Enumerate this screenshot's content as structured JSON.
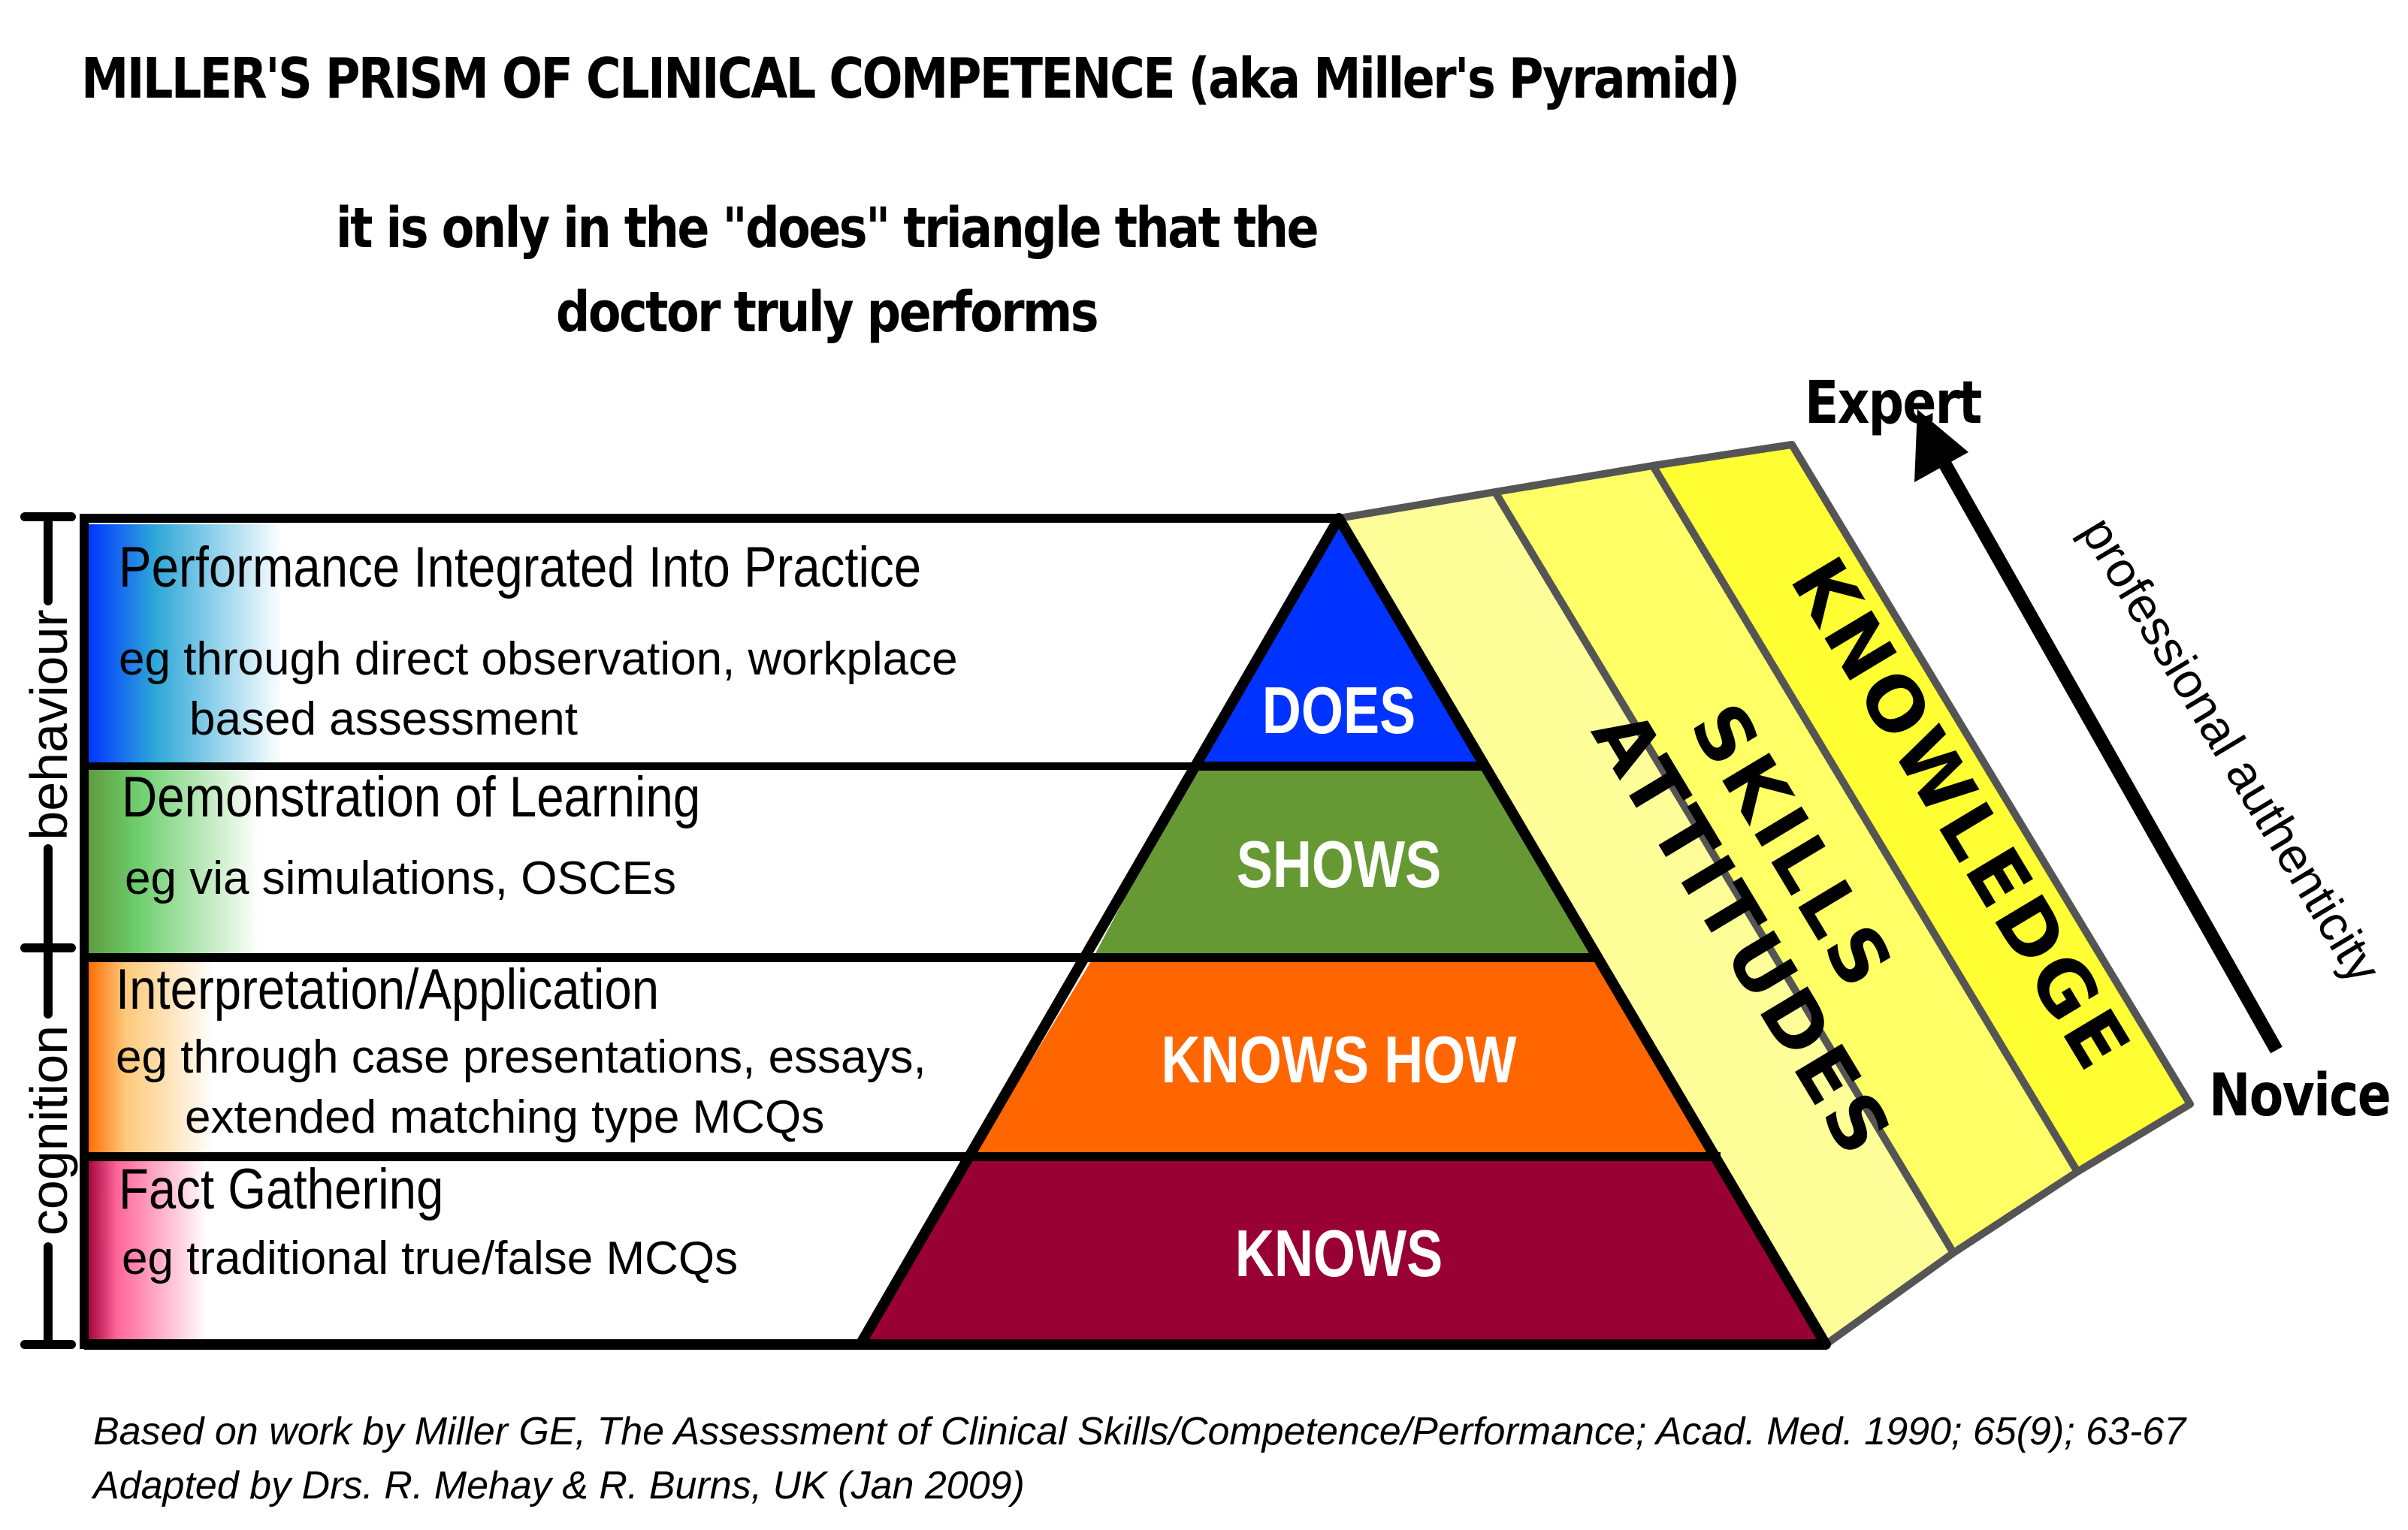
{
  "title": "MILLER'S PRISM OF CLINICAL COMPETENCE (aka Miller's Pyramid)",
  "subtitle": {
    "line1": "it is only in the \"does\" triangle that the",
    "line2": "doctor truly performs"
  },
  "colors": {
    "does": "#0033FF",
    "shows": "#669933",
    "knows_how": "#FF6600",
    "knows": "#990033",
    "attitudes_strip": "#FFFF99",
    "skills_strip": "#FFFF66",
    "knowledge_strip": "#FFFF33",
    "strip_border": "#555555"
  },
  "rows": [
    {
      "heading": "Performance Integrated Into Practice",
      "desc_line1": "eg through direct observation, workplace",
      "desc_line2": "based assessment",
      "tier": "DOES"
    },
    {
      "heading": "Demonstration of Learning",
      "desc_line1": "eg via simulations, OSCEs",
      "desc_line2": "",
      "tier": "SHOWS"
    },
    {
      "heading": "Interpretation/Application",
      "desc_line1": "eg through case presentations, essays,",
      "desc_line2": "extended matching type MCQs",
      "tier": "KNOWS HOW"
    },
    {
      "heading": "Fact Gathering",
      "desc_line1": "eg traditional true/false MCQs",
      "desc_line2": "",
      "tier": "KNOWS"
    }
  ],
  "side_brackets": {
    "upper": "behaviour",
    "lower": "cognition"
  },
  "prism_faces": [
    "ATTITUDES",
    "SKILLS",
    "KNOWLEDGE"
  ],
  "axis": {
    "top": "Expert",
    "bottom": "Novice",
    "caption": "professional authenticity"
  },
  "footer": {
    "line1": "Based on work by Miller GE, The Assessment of Clinical Skills/Competence/Performance; Acad. Med. 1990; 65(9); 63-67",
    "line2": "Adapted by Drs. R. Mehay & R. Burns, UK (Jan 2009)"
  }
}
